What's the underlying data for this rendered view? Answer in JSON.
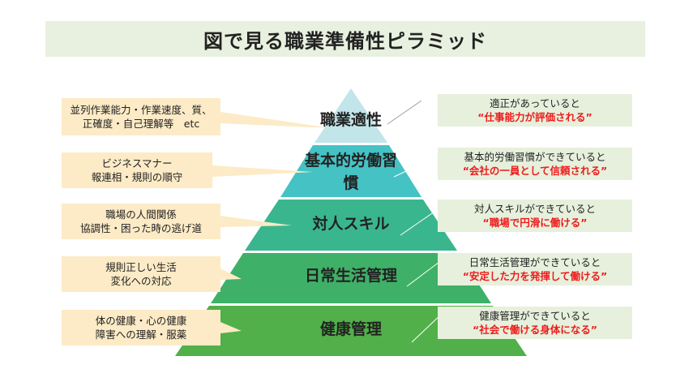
{
  "title": "図で見る職業準備性ピラミッド",
  "colors": {
    "tier1": "#c2e5ea",
    "tier2": "#45c2c4",
    "tier3": "#3ab68f",
    "tier4": "#3fb067",
    "tier5": "#51b049",
    "callout": "#fcebc6",
    "note": "#e6f0dc",
    "highlight": "#ee1c1c"
  },
  "levels": [
    {
      "label": "職業適性",
      "callout": [
        "並列作業能力・作業速度、質、",
        "正確度・自己理解等　etc"
      ],
      "note_plain": "適正があっていると",
      "note_highlight": "“仕事能力が評価される”"
    },
    {
      "label": "基本的労働習慣",
      "label_lines": [
        "基本的労働習",
        "慣"
      ],
      "callout": [
        "ビジネスマナー",
        "報連相・規則の順守"
      ],
      "note_plain": "基本的労働習慣ができていると",
      "note_highlight": "“会社の一員として信頼される”"
    },
    {
      "label": "対人スキル",
      "callout": [
        "職場の人間関係",
        "協調性・困った時の逃げ道"
      ],
      "note_plain": "対人スキルができていると",
      "note_highlight": "“職場で円滑に働ける”"
    },
    {
      "label": "日常生活管理",
      "callout": [
        "規則正しい生活",
        "変化への対応"
      ],
      "note_plain": "日常生活管理ができていると",
      "note_highlight": "“安定した力を発揮して働ける”"
    },
    {
      "label": "健康管理",
      "callout": [
        "体の健康・心の健康",
        "障害への理解・服薬"
      ],
      "note_plain": "健康管理ができていると",
      "note_highlight": "“社会で働ける身体になる”"
    }
  ]
}
